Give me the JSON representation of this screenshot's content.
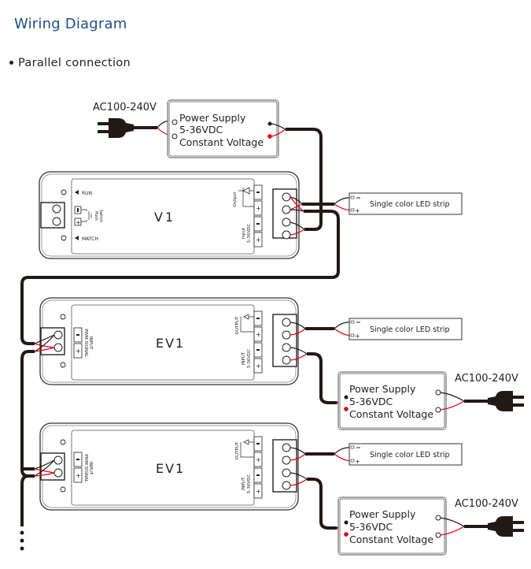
{
  "header": {
    "title": "Wiring Diagram",
    "subtitle": "Parallel connection"
  },
  "colors": {
    "title": "#1f4e8c",
    "wire_black": "#231815",
    "wire_red": "#e60012",
    "outline": "#333333"
  },
  "power_supply_top": {
    "ac_label": "AC100-240V",
    "line1": "Power Supply",
    "line2": "5-36VDC",
    "line3": "Constant Voltage"
  },
  "v1": {
    "name": "V1",
    "run_label": "RUN",
    "match_label": "MATCH",
    "push_switch_label_1": "Push",
    "push_switch_label_2": "Switch",
    "output_label": "Output",
    "input_label_1": "Input",
    "input_label_2": "5-36VDC",
    "minus": "-",
    "plus": "+"
  },
  "ev1_units": [
    {
      "name": "EV1",
      "input_label_1": "INPUT",
      "input_label_2": "PWM SIGNAL",
      "output_label": "OUTPUT",
      "power_label_1": "INPUT",
      "power_label_2": "5-36VDC",
      "led_strip": "Single color LED strip",
      "ps_ac_label": "AC100-240V",
      "ps_line1": "Power Supply",
      "ps_line2": "5-36VDC",
      "ps_line3": "Constant Voltage"
    },
    {
      "name": "EV1",
      "input_label_1": "INPUT",
      "input_label_2": "PWM SIGNAL",
      "output_label": "OUTPUT",
      "power_label_1": "INPUT",
      "power_label_2": "5-36VDC",
      "led_strip": "Single color LED strip",
      "ps_ac_label": "AC100-240V",
      "ps_line1": "Power Supply",
      "ps_line2": "5-36VDC",
      "ps_line3": "Constant Voltage"
    }
  ],
  "v1_led_strip": "Single color LED strip",
  "continuation": "..."
}
